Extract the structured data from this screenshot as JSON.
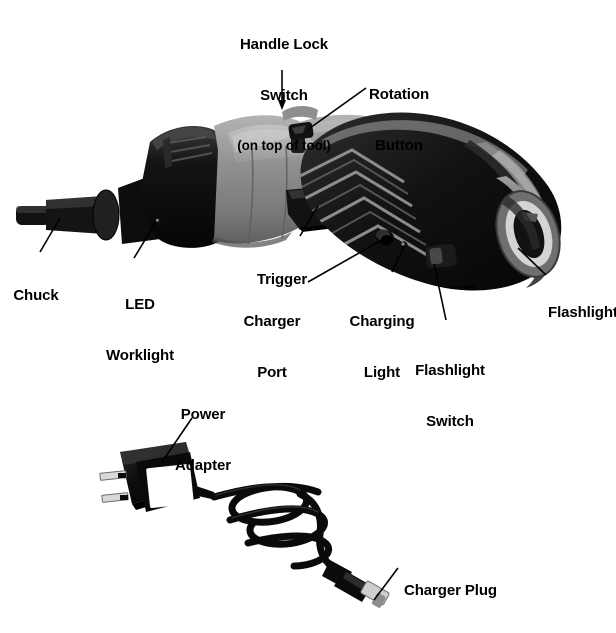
{
  "document": {
    "type": "parts-identification-diagram",
    "background_color": "#ffffff",
    "text_color": "#000000"
  },
  "figures": [
    {
      "id": "cordless-screwdriver",
      "name": "Cordless Screwdriver Tool",
      "colors": {
        "body_gray": "#8d8d8d",
        "body_gray_light": "#a9a9a9",
        "body_gray_dark": "#6e6e6e",
        "grip_black": "#161616",
        "black": "#000000",
        "highlight": "#c8c8c8"
      }
    },
    {
      "id": "power-adapter-assembly",
      "name": "Power Adapter with Cord",
      "colors": {
        "black": "#0a0a0a",
        "label_white": "#ffffff",
        "prong_gray": "#d8d8d8"
      }
    }
  ],
  "callouts": [
    {
      "id": "handle-lock-switch",
      "lines": [
        "Handle Lock",
        "Switch"
      ],
      "sub_line": "(on top of tool)",
      "pointer": "arrow-down"
    },
    {
      "id": "rotation-button",
      "lines": [
        "Rotation",
        "Button"
      ],
      "pointer": "leader-line"
    },
    {
      "id": "chuck",
      "lines": [
        "Chuck"
      ],
      "pointer": "leader-line"
    },
    {
      "id": "led-worklight",
      "lines": [
        "LED",
        "Worklight"
      ],
      "pointer": "leader-line"
    },
    {
      "id": "trigger",
      "lines": [
        "Trigger"
      ],
      "pointer": "leader-line"
    },
    {
      "id": "charger-port",
      "lines": [
        "Charger",
        "Port"
      ],
      "pointer": "leader-line"
    },
    {
      "id": "charging-light",
      "lines": [
        "Charging",
        "Light"
      ],
      "pointer": "leader-line"
    },
    {
      "id": "flashlight-switch",
      "lines": [
        "Flashlight",
        "Switch"
      ],
      "pointer": "leader-line"
    },
    {
      "id": "flashlight",
      "lines": [
        "Flashlight"
      ],
      "pointer": "leader-line"
    },
    {
      "id": "power-adapter",
      "lines": [
        "Power",
        "Adapter"
      ],
      "pointer": "leader-line"
    },
    {
      "id": "charger-plug",
      "lines": [
        "Charger Plug"
      ],
      "pointer": "leader-line"
    }
  ],
  "labels": {
    "handle_lock_switch_l1": "Handle Lock",
    "handle_lock_switch_l2": "Switch",
    "handle_lock_switch_l3": "(on top of tool)",
    "rotation_button_l1": "Rotation",
    "rotation_button_l2": "Button",
    "chuck": "Chuck",
    "led_worklight_l1": "LED",
    "led_worklight_l2": "Worklight",
    "trigger": "Trigger",
    "charger_port_l1": "Charger",
    "charger_port_l2": "Port",
    "charging_light_l1": "Charging",
    "charging_light_l2": "Light",
    "flashlight_switch_l1": "Flashlight",
    "flashlight_switch_l2": "Switch",
    "flashlight": "Flashlight",
    "power_adapter_l1": "Power",
    "power_adapter_l2": "Adapter",
    "charger_plug": "Charger Plug"
  }
}
